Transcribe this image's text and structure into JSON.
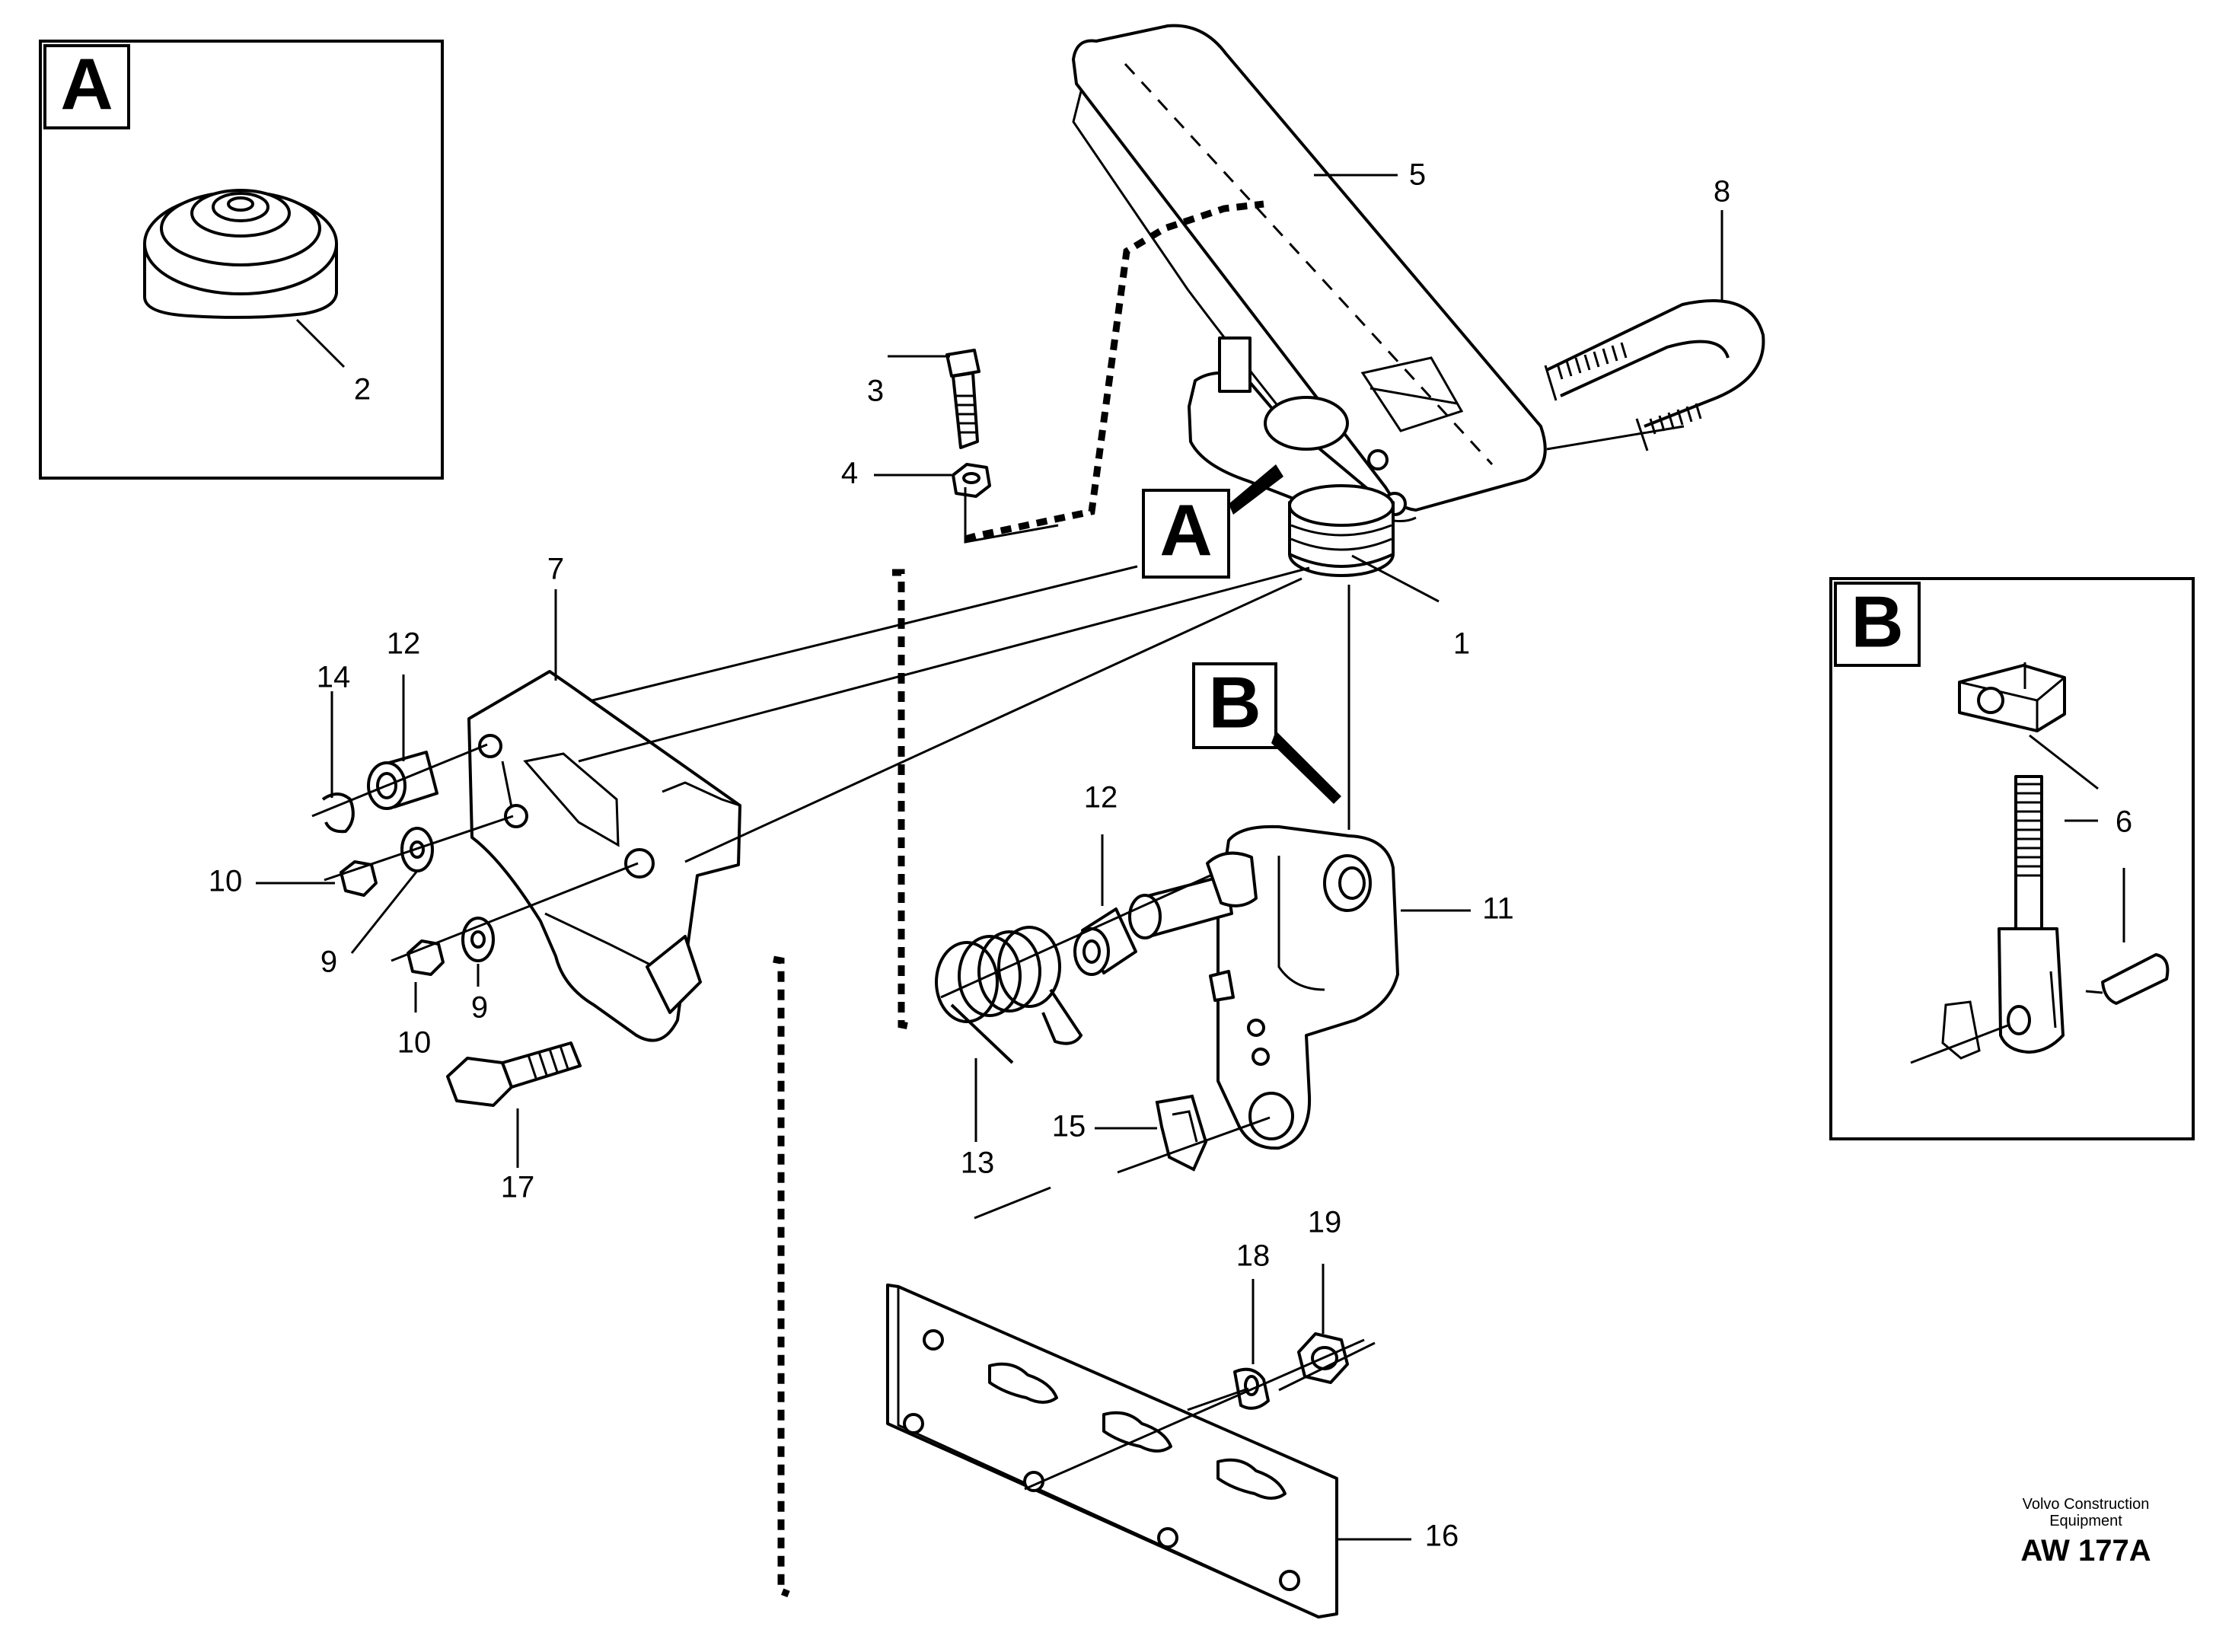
{
  "detail_boxes": {
    "a": "A",
    "b": "B"
  },
  "pointer_tags": {
    "a": "A",
    "b": "B"
  },
  "callouts": {
    "c1": "1",
    "c2": "2",
    "c3": "3",
    "c4": "4",
    "c5": "5",
    "c6": "6",
    "c7": "7",
    "c8": "8",
    "c9a": "9",
    "c9b": "9",
    "c10a": "10",
    "c10b": "10",
    "c11": "11",
    "c12a": "12",
    "c12b": "12",
    "c13": "13",
    "c14": "14",
    "c15": "15",
    "c16": "16",
    "c17": "17",
    "c18": "18",
    "c19": "19"
  },
  "footer": {
    "brand_line1": "Volvo Construction",
    "brand_line2": "Equipment",
    "drawing_code": "AW 177A"
  }
}
